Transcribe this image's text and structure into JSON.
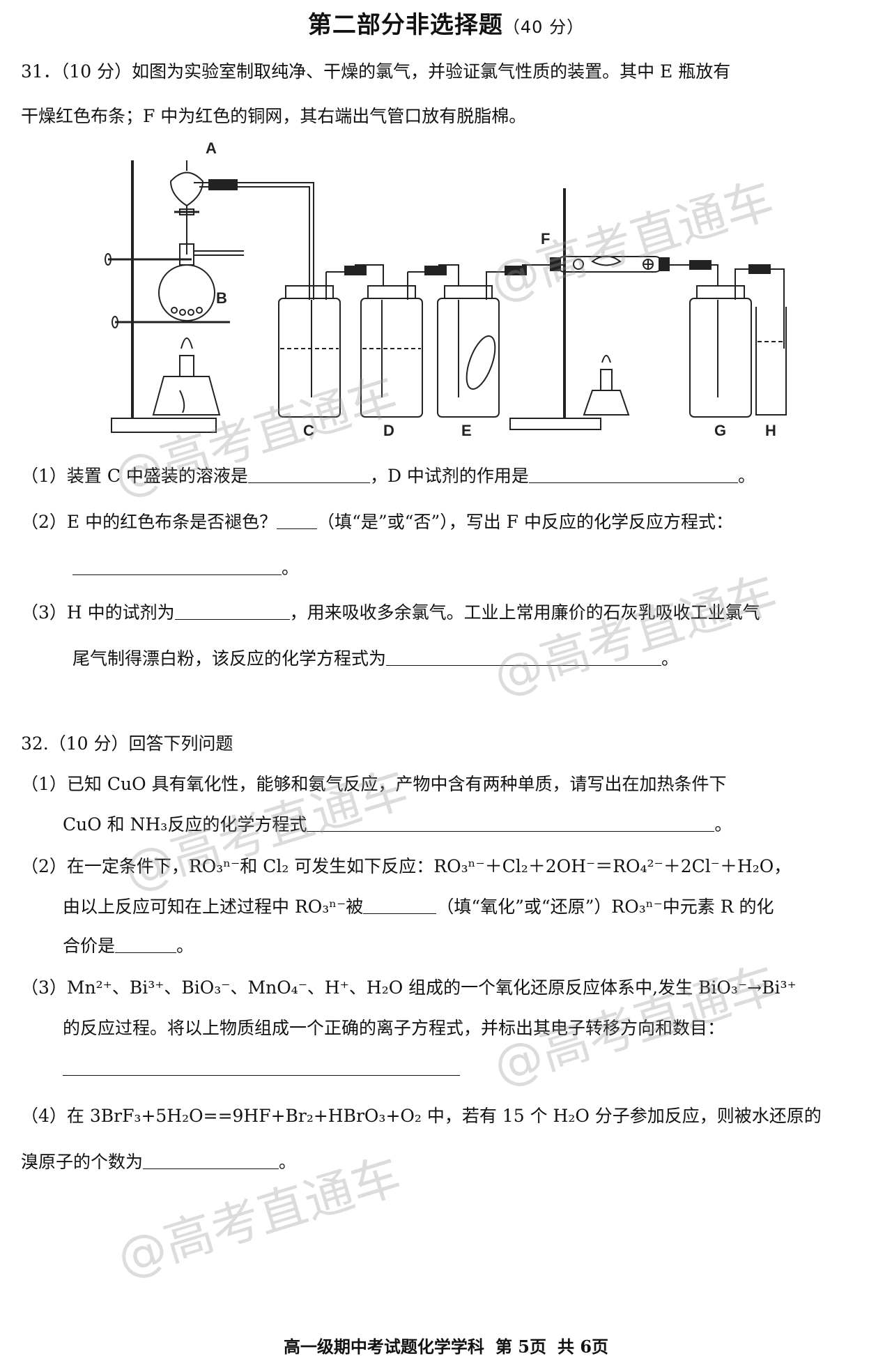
{
  "section_title": "第二部分非选择题",
  "section_score": "（40 分）",
  "q31": {
    "header": "31．（10 分）如图为实验室制取纯净、干燥的氯气，并验证氯气性质的装置。其中 E 瓶放有",
    "header2": "干燥红色布条；F 中为红色的铜网，其右端出气管口放有脱脂棉。",
    "labels": [
      "A",
      "B",
      "C",
      "D",
      "E",
      "F",
      "G",
      "H"
    ],
    "p1_a": "（1）装置 C 中盛装的溶液是",
    "p1_b": "，D 中试剂的作用是",
    "p1_c": "。",
    "p2_a": "（2）E 中的红色布条是否褪色？",
    "p2_b": "（填“是”或“否”），写出 F 中反应的化学反应方程式：",
    "p2_c": "。",
    "p3_a": "（3）H 中的试剂为",
    "p3_b": "，用来吸收多余氯气。工业上常用廉价的石灰乳吸收工业氯气",
    "p3_c": "尾气制得漂白粉，该反应的化学方程式为",
    "p3_d": "。"
  },
  "q32": {
    "header": "32.（10 分）回答下列问题",
    "p1_a": "（1）已知 CuO 具有氧化性，能够和氨气反应，产物中含有两种单质，请写出在加热条件下",
    "p1_b": "CuO 和 NH₃反应的化学方程式",
    "p1_c": "。",
    "p2_a": "（2）在一定条件下，RO₃ⁿ⁻和 Cl₂ 可发生如下反应：RO₃ⁿ⁻＋Cl₂＋2OH⁻＝RO₄²⁻＋2Cl⁻＋H₂O，",
    "p2_b": "由以上反应可知在上述过程中 RO₃ⁿ⁻被",
    "p2_c": "（填“氧化”或“还原”）RO₃ⁿ⁻中元素 R 的化",
    "p2_d": "合价是",
    "p2_e": "。",
    "p3_a": "（3）Mn²⁺、Bi³⁺、BiO₃⁻、MnO₄⁻、H⁺、H₂O 组成的一个氧化还原反应体系中,发生 BiO₃⁻→Bi³⁺",
    "p3_b": "的反应过程。将以上物质组成一个正确的离子方程式，并标出其电子转移方向和数目：",
    "p4_a": "（4）在 3BrF₃+5H₂O==9HF+Br₂+HBrO₃+O₂ 中，若有 15 个 H₂O 分子参加反应，则被水还原的",
    "p4_b": "溴原子的个数为",
    "p4_c": "。"
  },
  "watermark": "@高考直通车",
  "footer": {
    "title": "高一级期中考试题化学学科",
    "page": "第 5页",
    "total": "共 6页"
  }
}
